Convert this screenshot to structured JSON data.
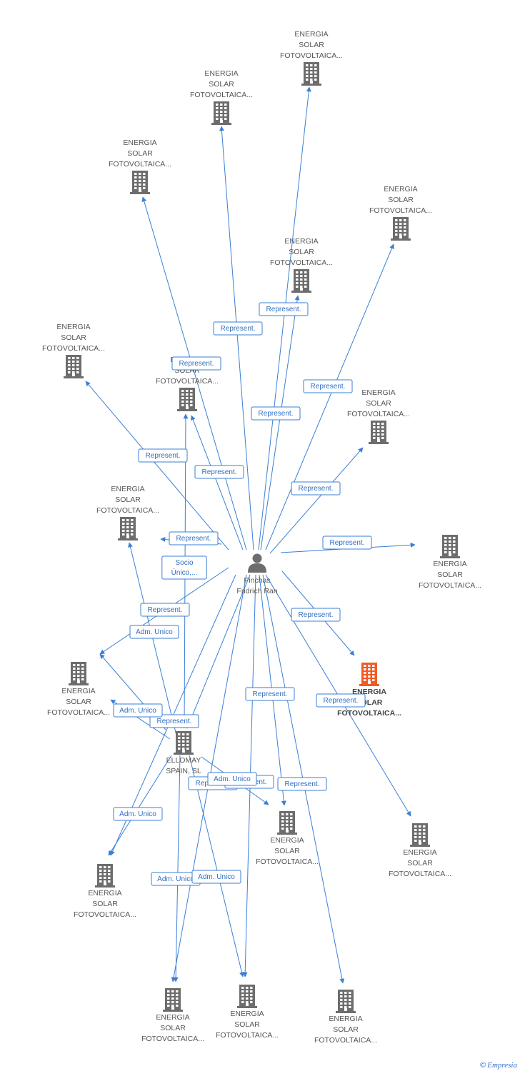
{
  "colors": {
    "edge": "#3a7fd5",
    "building": "#6d6d6d",
    "building_main": "#f15a24",
    "person": "#6d6d6d"
  },
  "nodes": [
    {
      "id": "person",
      "kind": "person",
      "icon": "person-icon",
      "lines": [
        "Pinchas",
        "Fridrich Ran"
      ]
    },
    {
      "id": "ellomay",
      "kind": "company",
      "icon": "building-icon",
      "lines": [
        "ELLOMAY",
        "SPAIN, SL"
      ]
    },
    {
      "id": "n1",
      "kind": "company",
      "icon": "building-icon",
      "lines": [
        "ENERGIA",
        "SOLAR",
        "FOTOVOLTAICA..."
      ]
    },
    {
      "id": "n2",
      "kind": "company",
      "icon": "building-icon",
      "lines": [
        "ENERGIA",
        "SOLAR",
        "FOTOVOLTAICA..."
      ]
    },
    {
      "id": "n3",
      "kind": "company",
      "icon": "building-icon",
      "lines": [
        "ENERGIA",
        "SOLAR",
        "FOTOVOLTAICA..."
      ]
    },
    {
      "id": "n4",
      "kind": "company",
      "icon": "building-icon",
      "lines": [
        "ENERGIA",
        "SOLAR",
        "FOTOVOLTAICA..."
      ]
    },
    {
      "id": "n5",
      "kind": "company",
      "icon": "building-icon",
      "lines": [
        "ENERGIA",
        "SOLAR",
        "FOTOVOLTAICA..."
      ]
    },
    {
      "id": "n6",
      "kind": "company",
      "icon": "building-icon",
      "lines": [
        "ENERGIA",
        "SOLAR",
        "FOTOVOLTAICA..."
      ]
    },
    {
      "id": "n7",
      "kind": "company",
      "icon": "building-icon",
      "lines": [
        "ENERGIA",
        "SOLAR",
        "FOTOVOLTAICA..."
      ]
    },
    {
      "id": "n8",
      "kind": "company",
      "icon": "building-icon",
      "lines": [
        "ENERGIA",
        "SOLAR",
        "FOTOVOLTAICA..."
      ]
    },
    {
      "id": "n9",
      "kind": "company",
      "icon": "building-icon",
      "lines": [
        "ENERGIA",
        "SOLAR",
        "FOTOVOLTAICA..."
      ]
    },
    {
      "id": "n10",
      "kind": "company",
      "icon": "building-icon",
      "lines": [
        "ENERGIA",
        "SOLAR",
        "FOTOVOLTAICA..."
      ]
    },
    {
      "id": "n11",
      "kind": "company",
      "icon": "building-icon",
      "lines": [
        "ENERGIA",
        "SOLAR",
        "FOTOVOLTAICA..."
      ]
    },
    {
      "id": "n12",
      "kind": "company_main",
      "icon": "building-icon",
      "lines": [
        "ENERGIA",
        "SOLAR",
        "FOTOVOLTAICA..."
      ]
    },
    {
      "id": "n13",
      "kind": "company",
      "icon": "building-icon",
      "lines": [
        "ENERGIA",
        "SOLAR",
        "FOTOVOLTAICA..."
      ]
    },
    {
      "id": "n14",
      "kind": "company",
      "icon": "building-icon",
      "lines": [
        "ENERGIA",
        "SOLAR",
        "FOTOVOLTAICA..."
      ]
    },
    {
      "id": "n15",
      "kind": "company",
      "icon": "building-icon",
      "lines": [
        "ENERGIA",
        "SOLAR",
        "FOTOVOLTAICA..."
      ]
    },
    {
      "id": "n16",
      "kind": "company",
      "icon": "building-icon",
      "lines": [
        "ENERGIA",
        "SOLAR",
        "FOTOVOLTAICA..."
      ]
    },
    {
      "id": "n17",
      "kind": "company",
      "icon": "building-icon",
      "lines": [
        "ENERGIA",
        "SOLAR",
        "FOTOVOLTAICA..."
      ]
    },
    {
      "id": "n18",
      "kind": "company",
      "icon": "building-icon",
      "lines": [
        "ENERGIA",
        "SOLAR",
        "FOTOVOLTAICA..."
      ]
    }
  ],
  "edges": [
    {
      "from": "person",
      "to": "n1",
      "label": "Represent."
    },
    {
      "from": "person",
      "to": "n2",
      "label": "Represent."
    },
    {
      "from": "person",
      "to": "n3",
      "label": "Represent."
    },
    {
      "from": "person",
      "to": "n4",
      "label": "Represent."
    },
    {
      "from": "person",
      "to": "n5",
      "label": "Represent."
    },
    {
      "from": "person",
      "to": "n6",
      "label": "Represent."
    },
    {
      "from": "person",
      "to": "n7",
      "label": "Represent."
    },
    {
      "from": "person",
      "to": "n8",
      "label": "Represent."
    },
    {
      "from": "person",
      "to": "n9",
      "label": "Represent."
    },
    {
      "from": "person",
      "to": "n10",
      "label": "Represent."
    },
    {
      "from": "person",
      "to": "n11",
      "label": "Represent."
    },
    {
      "from": "person",
      "to": "n12",
      "label": "Represent."
    },
    {
      "from": "person",
      "to": "n13",
      "label": "Represent."
    },
    {
      "from": "person",
      "to": "n14",
      "label": "Represent."
    },
    {
      "from": "person",
      "to": "n15",
      "label": "Represent."
    },
    {
      "from": "person",
      "to": "n16",
      "label": "Represent."
    },
    {
      "from": "person",
      "to": "n17",
      "label": "Represent."
    },
    {
      "from": "person",
      "to": "n18",
      "label": "Represent."
    },
    {
      "from": "person",
      "to": "ellomay",
      "label": "Represent."
    },
    {
      "from": "ellomay",
      "to": "n8",
      "label": "Socio Único,..."
    },
    {
      "from": "ellomay",
      "to": "n10",
      "label": "Adm. Unico"
    },
    {
      "from": "ellomay",
      "to": "n11",
      "label": "Adm. Unico"
    },
    {
      "from": "ellomay",
      "to": "n13",
      "label": "Adm. Unico"
    },
    {
      "from": "ellomay",
      "to": "n14",
      "label": "Adm. Unico"
    },
    {
      "from": "ellomay",
      "to": "n15",
      "label": "Adm. Unico"
    },
    {
      "from": "ellomay",
      "to": "n16",
      "label": "Adm. Unico"
    },
    {
      "from": "ellomay",
      "to": "n9",
      "label": "Adm. Unico"
    }
  ],
  "watermark": {
    "symbol": "©",
    "brand": "Empresia"
  }
}
